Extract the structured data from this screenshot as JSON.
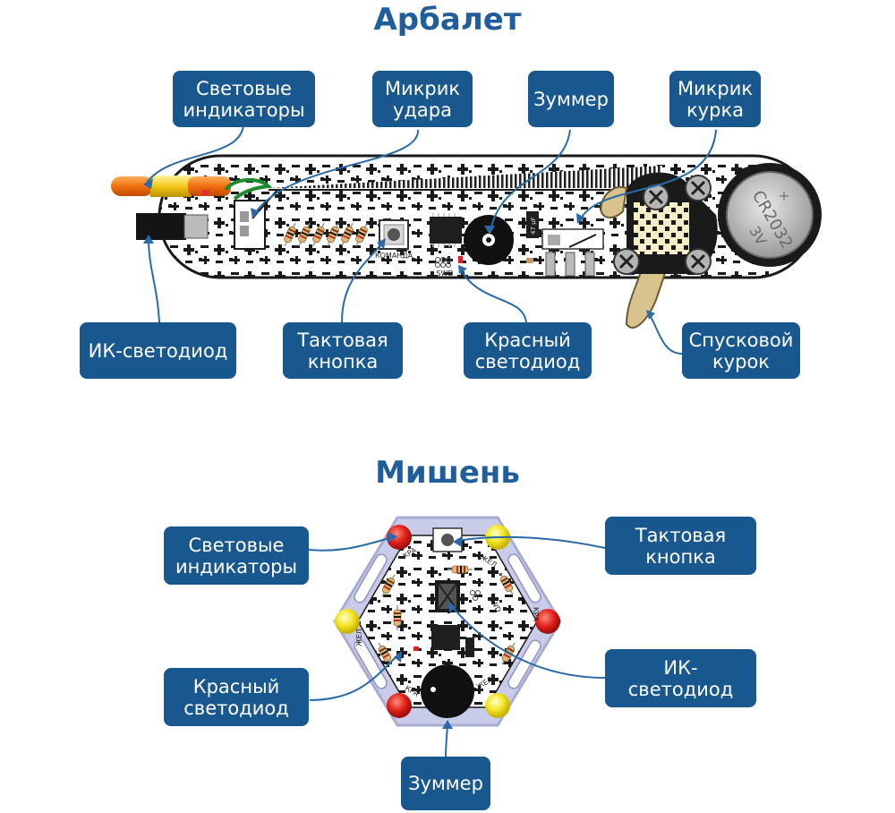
{
  "crossbow": {
    "title": "Арбалет",
    "labels": {
      "light_indicators": [
        "Световые",
        "индикаторы"
      ],
      "hit_switch": [
        "Микрик",
        "удара"
      ],
      "buzzer": "Зуммер",
      "cock_switch": [
        "Микрик",
        "курка"
      ],
      "ir_led": "ИК-светодиод",
      "tact_button": [
        "Тактовая",
        "кнопка"
      ],
      "red_led": [
        "Красный",
        "светодиод"
      ],
      "trigger": [
        "Спусковой",
        "курок"
      ]
    },
    "silkscreen": {
      "command": "КОМАНДА",
      "swd": "SWD",
      "capacitor": "47 µF",
      "battery_plus": "+",
      "battery_model": "CR2032",
      "battery_voltage": "3V"
    }
  },
  "target": {
    "title": "Мишень",
    "labels": {
      "light_indicators": [
        "Световые",
        "индикаторы"
      ],
      "tact_button": [
        "Тактовая",
        "кнопка"
      ],
      "red_led": [
        "Красный",
        "светодиод"
      ],
      "ir_led": "ИК-светодиод",
      "buzzer": "Зуммер"
    },
    "silkscreen": {
      "kra": "КРА",
      "zhel": "ЖЕЛ",
      "swd": "SWD"
    }
  },
  "colors": {
    "label_bg": "#19578f",
    "heading": "#1f5e9a",
    "leader_line": "#2a6aa8",
    "board_black": "#1a1a1a",
    "target_frame": "#c9cce8"
  }
}
